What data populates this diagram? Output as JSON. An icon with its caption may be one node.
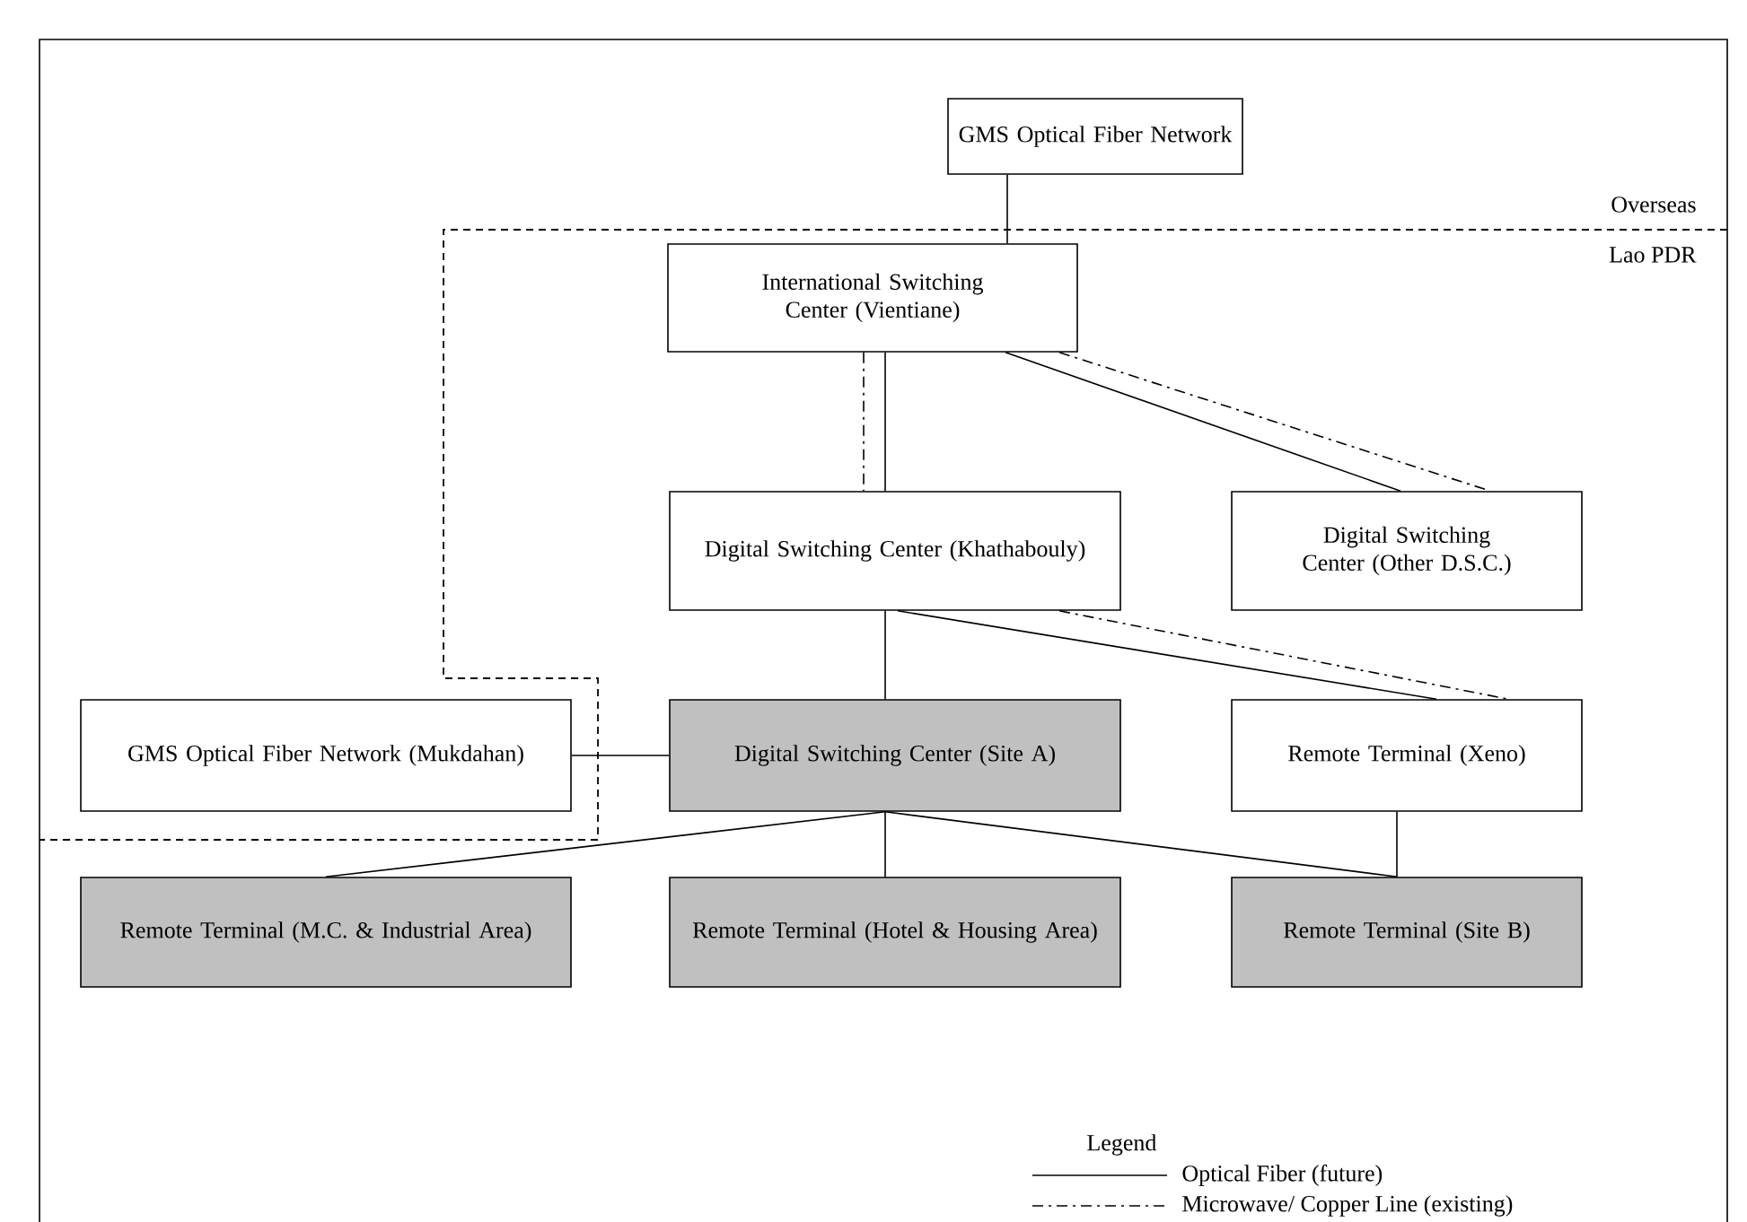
{
  "diagram": {
    "nodes": [
      {
        "text": [
          "GMS Optical Fiber Network"
        ]
      },
      {
        "text": [
          "International Switching Center (Vientiane)"
        ]
      },
      {
        "text": [
          "Digital Switching Center (Khathabouly)"
        ]
      },
      {
        "text": [
          "Digital Switching Center (Other D.S.C.)"
        ]
      },
      {
        "text": [
          "GMS Optical Fiber Network (Mukdahan)"
        ]
      },
      {
        "text": [
          "Digital Switching Center (Site A)"
        ]
      },
      {
        "text": [
          "Remote Terminal (Xeno)"
        ]
      },
      {
        "text": [
          "Remote Terminal (M.C. & Industrial Area)"
        ]
      },
      {
        "text": [
          "Remote Terminal (Hotel & Housing Area)"
        ]
      },
      {
        "text": [
          "Remote Terminal (Site B)"
        ]
      }
    ],
    "edges": [
      {
        "from": 0,
        "to": 1,
        "arrow": "none"
      },
      {
        "from": 1,
        "to": 2,
        "arrow": "none"
      },
      {
        "from": 1,
        "to": 2,
        "arrow": "none",
        "style": "dashed"
      },
      {
        "from": 1,
        "to": 3,
        "arrow": "none"
      },
      {
        "from": 1,
        "to": 3,
        "arrow": "none",
        "style": "dashed"
      },
      {
        "from": 2,
        "to": 5,
        "arrow": "none"
      },
      {
        "from": 2,
        "to": 6,
        "arrow": "none"
      },
      {
        "from": 2,
        "to": 6,
        "arrow": "none",
        "style": "dashed"
      },
      {
        "from": 4,
        "to": 5,
        "arrow": "none"
      },
      {
        "from": 5,
        "to": 7,
        "arrow": "none"
      },
      {
        "from": 5,
        "to": 8,
        "arrow": "none"
      },
      {
        "from": 5,
        "to": 9,
        "arrow": "none"
      },
      {
        "from": 6,
        "to": 9,
        "arrow": "none"
      }
    ],
    "labels": [
      "Overseas",
      "Lao PDR",
      "Legend"
    ],
    "legend": [
      {
        "text": "Optical Fiber (future)"
      },
      {
        "text": "Microwave/ Copper Line (existing)"
      }
    ]
  }
}
